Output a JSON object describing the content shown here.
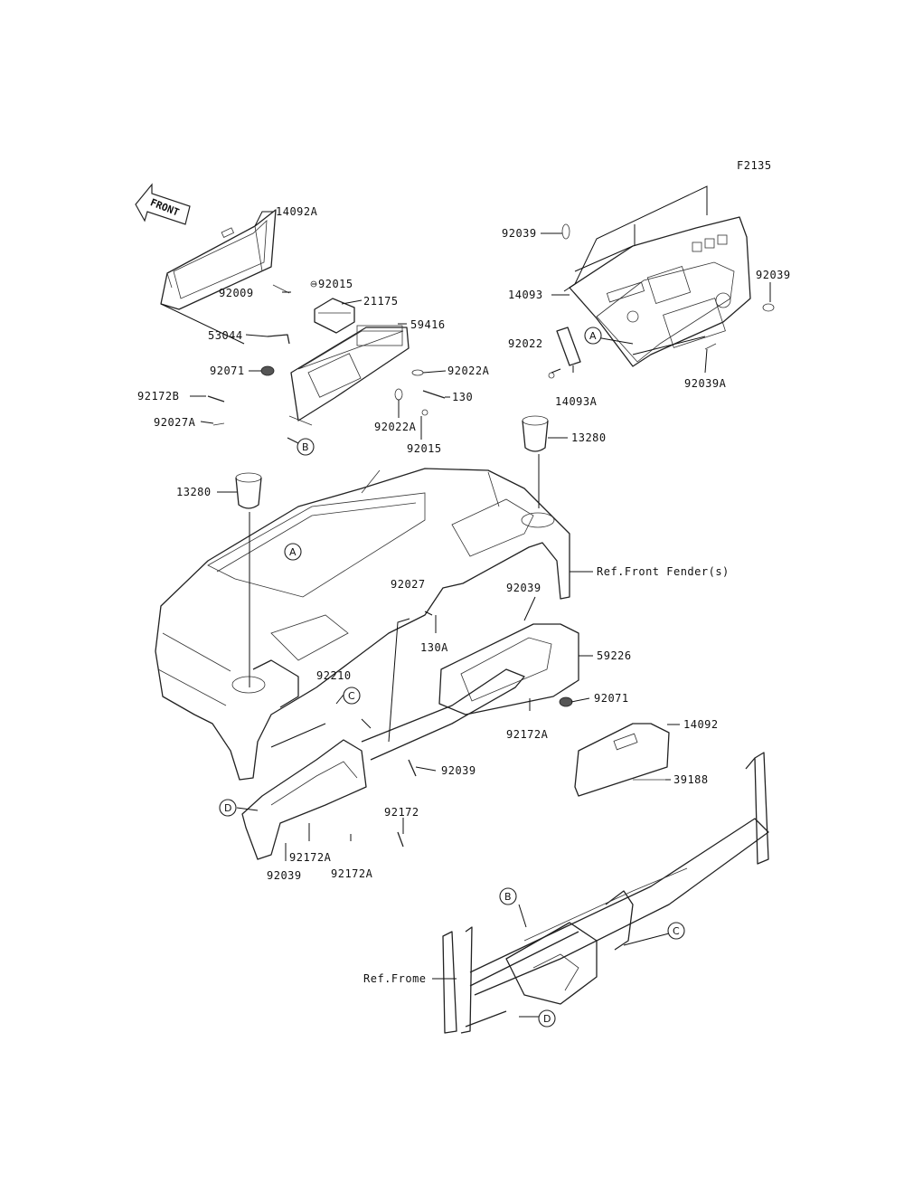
{
  "figure_code": "F2135",
  "front_arrow": "FRONT",
  "parts": {
    "p14092A": "14092A",
    "p92015a": "92015",
    "p92009": "92009",
    "p21175": "21175",
    "p59416": "59416",
    "p53044": "53044",
    "p92071a": "92071",
    "p92022Aa": "92022A",
    "p130": "130",
    "p92172B": "92172B",
    "p92022Ab": "92022A",
    "p92027A": "92027A",
    "p92015b": "92015",
    "p92039a": "92039",
    "p14093": "14093",
    "p92039b": "92039",
    "p92022": "92022",
    "p14093A": "14093A",
    "p92039A": "92039A",
    "p13280a": "13280",
    "p13280b": "13280",
    "pRefFender": "Ref.Front Fender(s)",
    "p92027": "92027",
    "p92039c": "92039",
    "p130A": "130A",
    "p59226": "59226",
    "p92210": "92210",
    "p92071b": "92071",
    "p92172Aa": "92172A",
    "p14092": "14092",
    "p92039d": "92039",
    "p39188": "39188",
    "p92172": "92172",
    "p92172Ab": "92172A",
    "p92039e": "92039",
    "p92172Ac": "92172A",
    "pRefFrame": "Ref.Frome"
  },
  "callouts": {
    "A1": "A",
    "A2": "A",
    "B1": "B",
    "B2": "B",
    "C1": "C",
    "C2": "C",
    "D1": "D",
    "D2": "D"
  }
}
